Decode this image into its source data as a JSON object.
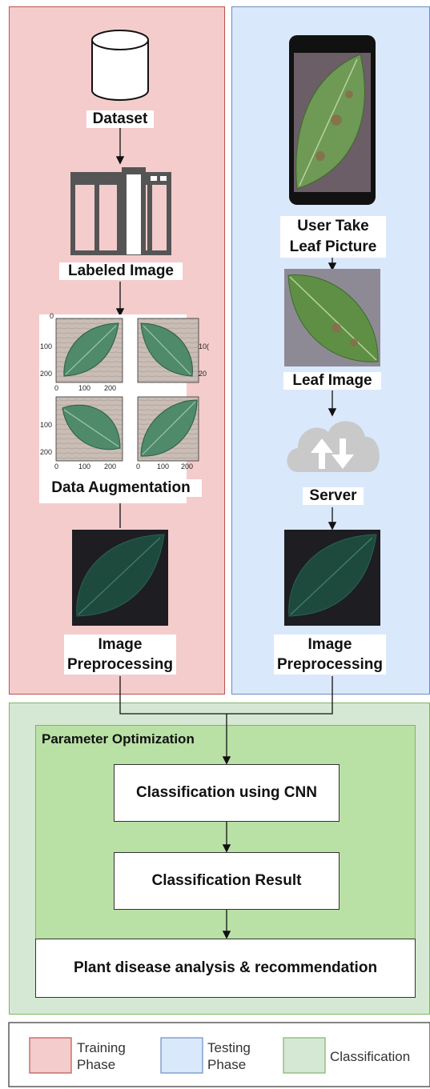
{
  "training": {
    "dataset": "Dataset",
    "labeled_image": "Labeled Image",
    "data_augmentation": "Data Augmentation",
    "preprocessing_line1": "Image",
    "preprocessing_line2": "Preprocessing",
    "axis_ticks": {
      "y": [
        "0",
        "100",
        "200"
      ],
      "x": [
        "0",
        "100",
        "200"
      ],
      "partial_right": [
        "10(",
        "20"
      ]
    }
  },
  "testing": {
    "user_take_line1": "User Take",
    "user_take_line2": "Leaf Picture",
    "leaf_image": "Leaf Image",
    "server": "Server",
    "preprocessing_line1": "Image",
    "preprocessing_line2": "Preprocessing"
  },
  "classification": {
    "parameter_optimization": "Parameter Optimization",
    "cnn": "Classification using CNN",
    "result": "Classification Result",
    "analysis": "Plant disease analysis & recommendation"
  },
  "legend": {
    "training_line1": "Training",
    "training_line2": "Phase",
    "testing_line1": "Testing",
    "testing_line2": "Phase",
    "classification": "Classification"
  },
  "colors": {
    "training_bg": "#f4cccc",
    "training_border": "#b85450",
    "testing_bg": "#dae8fc",
    "testing_border": "#6c8ebf",
    "classification_bg": "#d5e8d4",
    "classification_border": "#82b366",
    "optimization_bg": "#b9e0a5"
  }
}
